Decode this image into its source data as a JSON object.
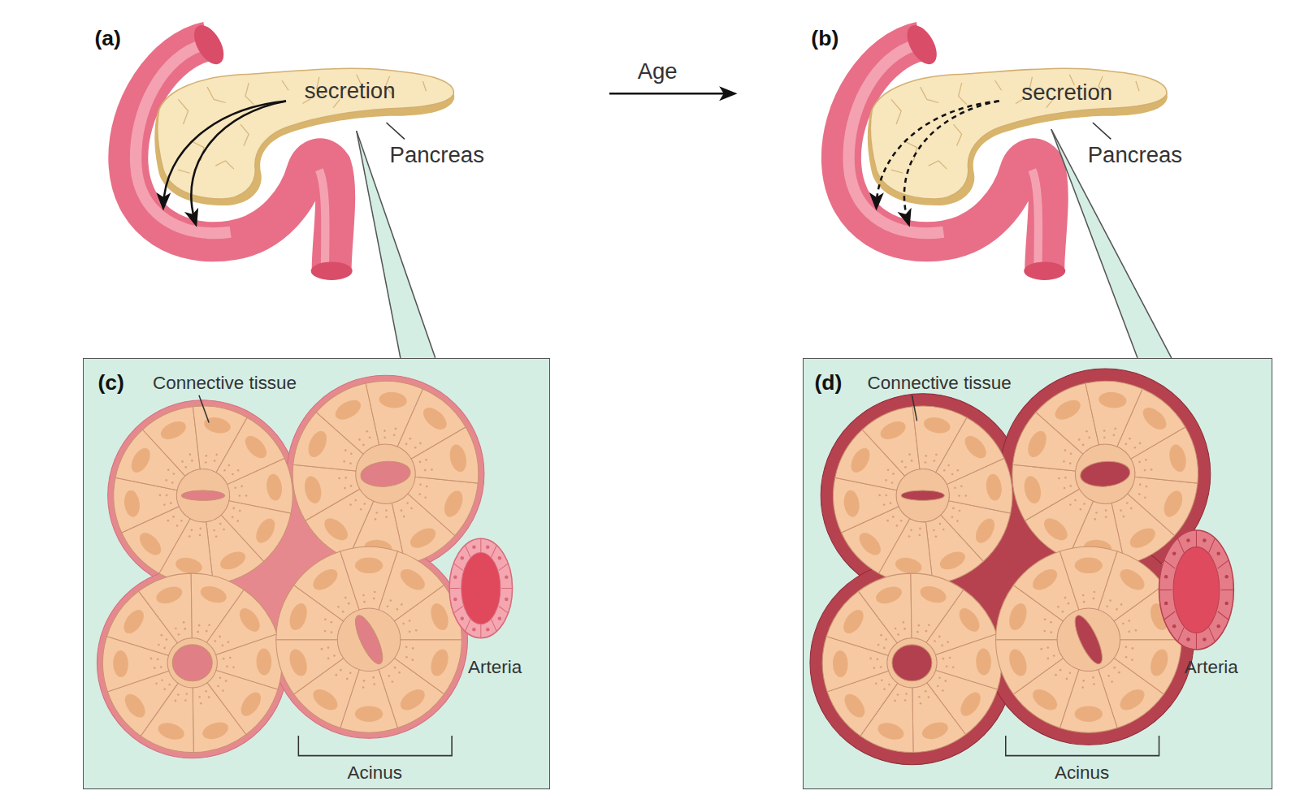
{
  "diagram": {
    "nodes": [
      {
        "text": [
          "(c)",
          "Connective tissue",
          "Arteria",
          "Acinus"
        ]
      },
      {
        "text": [
          "(d)",
          "Connective tissue",
          "Arteria",
          "Acinus"
        ]
      }
    ],
    "labels": [
      "(a)",
      "secretion",
      "Pancreas",
      "Age",
      "(b)",
      "secretion",
      "Pancreas"
    ]
  }
}
